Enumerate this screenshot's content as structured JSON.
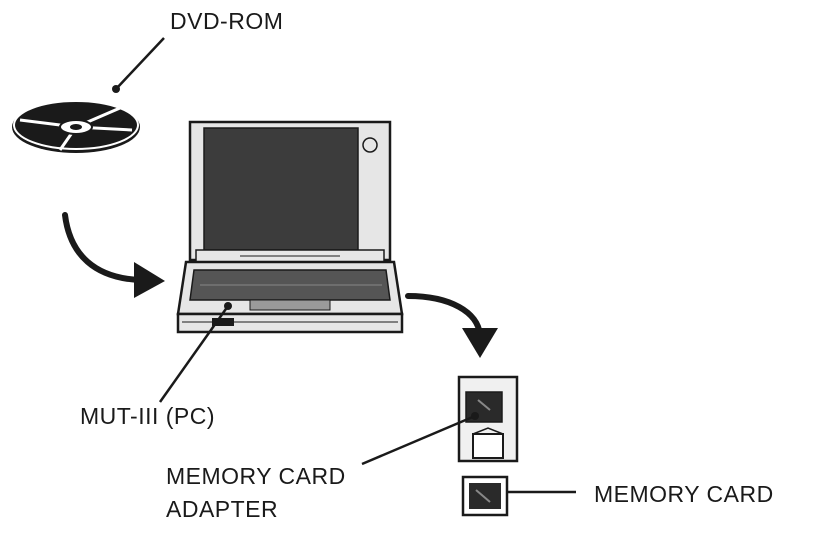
{
  "labels": {
    "dvd_rom": "DVD-ROM",
    "mut_pc": "MUT-III (PC)",
    "adapter_line1": "MEMORY CARD",
    "adapter_line2": "ADAPTER",
    "memory_card": "MEMORY CARD"
  },
  "colors": {
    "ink": "#1a1a1a",
    "screen": "#3c3c3c",
    "body": "#e6e6e6",
    "keyboard": "#555555",
    "background": "#ffffff"
  }
}
